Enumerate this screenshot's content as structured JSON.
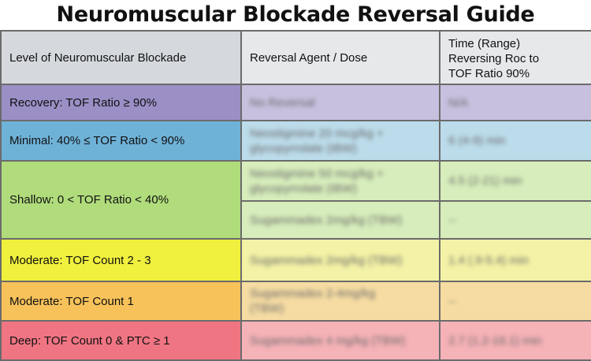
{
  "title": "Neuromuscular Blockade Reversal Guide",
  "columns": {
    "level": "Level of Neuromuscular Blockade",
    "agent": "Reversal Agent / Dose",
    "time_line1": "Time (Range)",
    "time_line2": "Reversing Roc to",
    "time_line3": "TOF Ratio 90%"
  },
  "rows": {
    "recovery": {
      "level": "Recovery:  TOF Ratio ≥ 90%",
      "agent": "No Reversal",
      "time": "N/A"
    },
    "minimal": {
      "level": "Minimal:  40% ≤ TOF Ratio < 90%",
      "agent_line1": "Neostigmine 20 mcg/kg +",
      "agent_line2": "glycopyrrolate (IBW)",
      "time": "6 (4-9) min"
    },
    "shallow": {
      "level": "Shallow:  0 < TOF Ratio < 40%",
      "agent_a_line1": "Neostigmine 50 mcg/kg +",
      "agent_a_line2": "glycopyrrolate (IBW)",
      "time_a": "4.5 (2-21) min",
      "agent_b": "Sugammadex 2mg/kg (TBW)",
      "time_b": "--"
    },
    "moderate23": {
      "level": "Moderate:  TOF Count 2 - 3",
      "agent": "Sugammadex 2mg/kg (TBW)",
      "time": "1.4 (.9-5.4) min"
    },
    "moderate1": {
      "level": "Moderate:  TOF Count 1",
      "agent_line1": "Sugammadex 2-4mg/kg",
      "agent_line2": "(TBW)",
      "time": "--"
    },
    "deep": {
      "level": "Deep:  TOF Count 0 & PTC ≥ 1",
      "agent": "Sugammadex 4 mg/kg (TBW)",
      "time": "2.7 (1.2-16.1) min"
    }
  }
}
